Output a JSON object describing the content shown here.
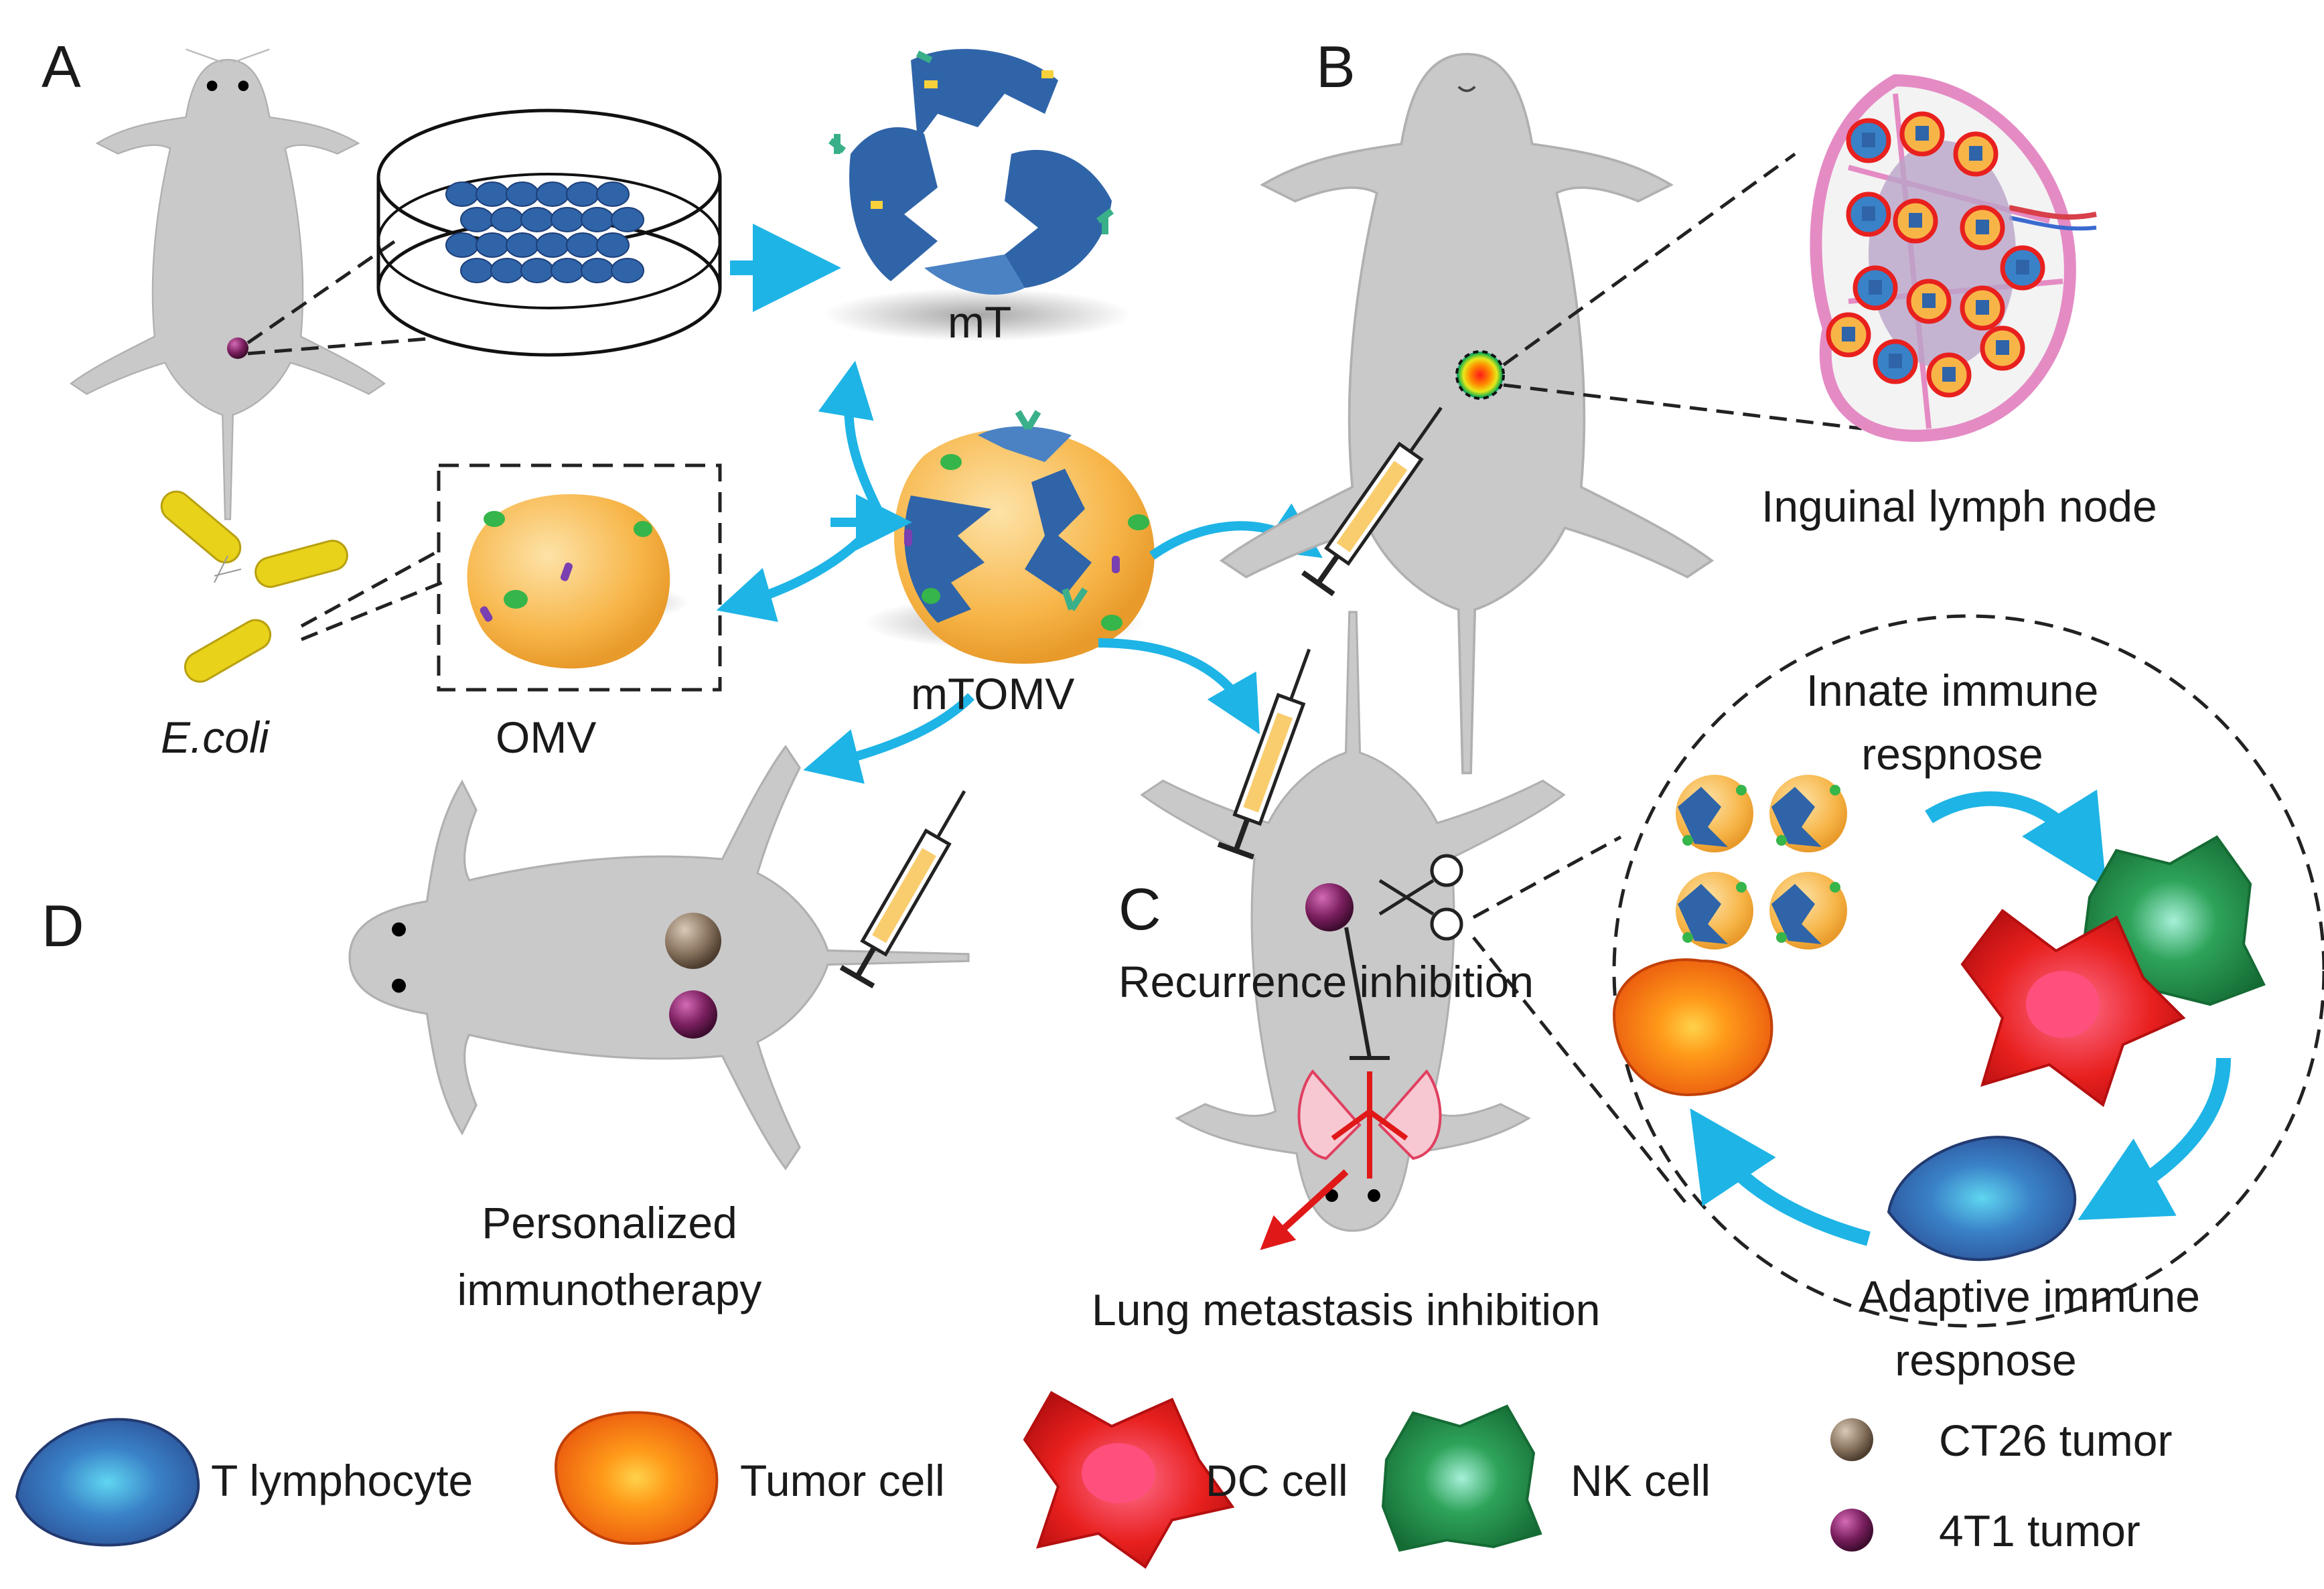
{
  "panels": {
    "a": "A",
    "b": "B",
    "c": "C",
    "d": "D"
  },
  "labels": {
    "mt": "mT",
    "mtomv": "mTOMV",
    "omv": "OMV",
    "ecoli": "E.coli",
    "inguinal": "Inguinal lymph node",
    "personalized_1": "Personalized",
    "personalized_2": "immunotherapy",
    "recurrence": "Recurrence inhibition",
    "lung": "Lung metastasis inhibition",
    "innate_1": "Innate immune",
    "innate_2": "respnose",
    "adaptive_1": "Adaptive immune",
    "adaptive_2": "respnose"
  },
  "legend": {
    "t_lymphocyte": "T lymphocyte",
    "tumor_cell": "Tumor cell",
    "dc_cell": "DC cell",
    "nk_cell": "NK cell",
    "ct26": "CT26 tumor",
    "t4t1": "4T1 tumor"
  },
  "colors": {
    "arrow": "#1eb4e6",
    "mouse": "#c9c9c9",
    "membrane_blue": "#2f64a8",
    "vesicle_orange": "#f7b548",
    "ecoli_yellow": "#e8d21a",
    "tumor_purple": "#7a1f5e",
    "ct26_brown": "#8a7560",
    "dc_red": "#e8201e",
    "nk_green": "#1e8f4a",
    "tumor_orange": "#f06a12",
    "lymph_pink": "#e48bc4",
    "inhibit_red": "#e01818"
  }
}
